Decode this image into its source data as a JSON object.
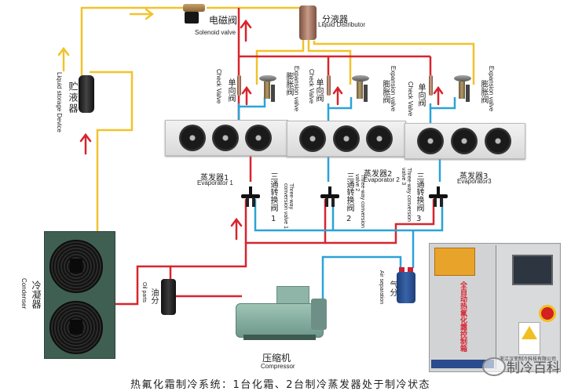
{
  "diagram": {
    "title": "热氟化霜制冷系统：1台化霜、2台制冷蒸发器处于制冷状态",
    "watermark": "制冷百科",
    "pipe_colors": {
      "liquid_line": "#f2c22c",
      "hot_gas_line": "#d8242d",
      "suction_line": "#2aa3d8"
    },
    "components": {
      "solenoid_valve": {
        "cn": "电磁阀",
        "en": "Solenoid valve"
      },
      "liquid_distributor": {
        "cn": "分液器",
        "en": "Liquid Distributor"
      },
      "liquid_receiver": {
        "cn": "贮液器",
        "en": "Liquid storage Device"
      },
      "condenser": {
        "cn": "冷凝器",
        "en": "Condenser"
      },
      "oil_separator": {
        "cn": "油分",
        "en": "Oil parts"
      },
      "compressor": {
        "cn": "压缩机",
        "en": "Compressor"
      },
      "air_separator": {
        "cn": "气分",
        "en": "Air separation"
      },
      "control_panel": {
        "name": "全自动热氟化霜控制箱",
        "company": "浙江汉菲制冷科技有限公司"
      }
    },
    "evaporators": [
      {
        "cn": "蒸发器1",
        "en": "Evaporator 1"
      },
      {
        "cn": "蒸发器2",
        "en": "Evaporator 2"
      },
      {
        "cn": "蒸发器3",
        "en": "Evaporator3"
      }
    ],
    "check_valves": [
      {
        "cn": "单向阀",
        "en": "Check Valve"
      },
      {
        "cn": "单向阀",
        "en": "Check Valve"
      },
      {
        "cn": "单向阀",
        "en": "Check Valve"
      }
    ],
    "expansion_valves": [
      {
        "cn": "膨胀阀",
        "en": "Expansion valve"
      },
      {
        "cn": "膨胀阀",
        "en": "Expansion valve"
      },
      {
        "cn": "膨胀阀",
        "en": "Expansion valve"
      }
    ],
    "three_way_valves": [
      {
        "cn": "三通转换阀",
        "num": "1",
        "en": "Three-way conversion valve 1"
      },
      {
        "cn": "三通转换阀",
        "num": "2",
        "en": "Three-way conversion valve 2"
      },
      {
        "cn": "三通转换阀",
        "num": "3",
        "en": "Three-way conversion valve 3"
      }
    ]
  }
}
